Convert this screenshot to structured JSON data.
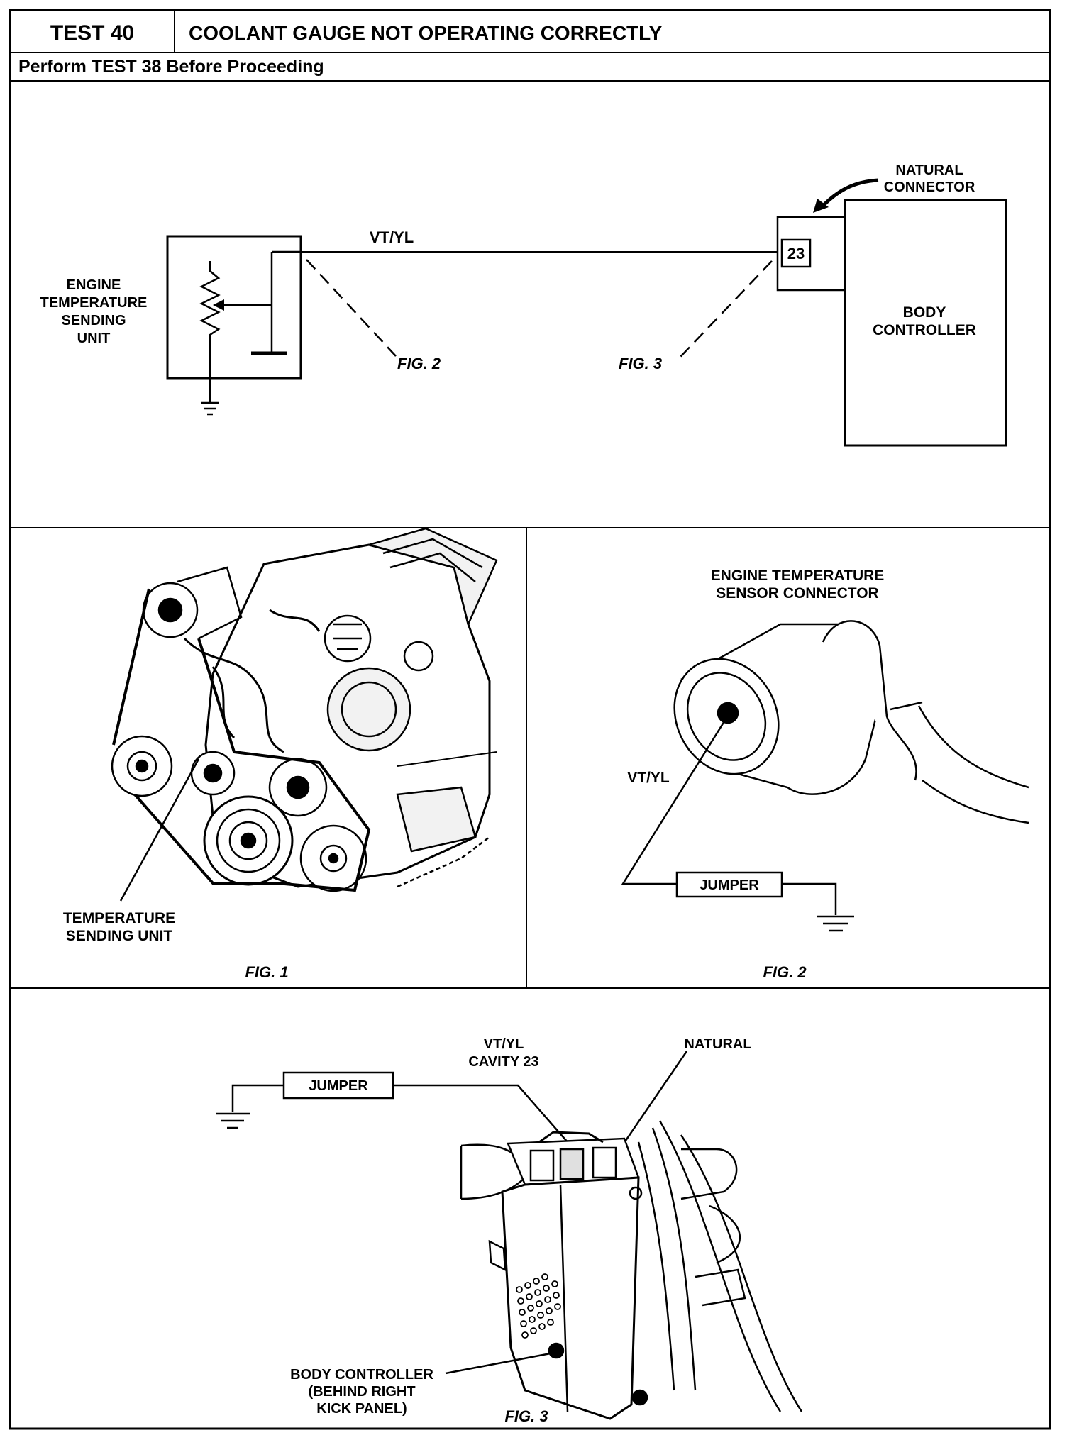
{
  "header": {
    "test_number": "TEST 40",
    "title": "COOLANT GAUGE NOT OPERATING CORRECTLY",
    "subtitle": "Perform TEST 38 Before Proceeding"
  },
  "schematic": {
    "sending_unit_label": [
      "ENGINE",
      "TEMPERATURE",
      "SENDING",
      "UNIT"
    ],
    "wire_color": "VT/YL",
    "connector_label": [
      "NATURAL",
      "CONNECTOR"
    ],
    "cavity_number": "23",
    "controller_label": [
      "BODY",
      "CONTROLLER"
    ],
    "fig2_ref": "FIG. 2",
    "fig3_ref": "FIG. 3"
  },
  "fig1": {
    "callout": [
      "TEMPERATURE",
      "SENDING UNIT"
    ],
    "caption": "FIG. 1"
  },
  "fig2": {
    "title": [
      "ENGINE TEMPERATURE",
      "SENSOR CONNECTOR"
    ],
    "wire_color": "VT/YL",
    "jumper_label": "JUMPER",
    "caption": "FIG. 2"
  },
  "fig3": {
    "jumper_label": "JUMPER",
    "cavity_label": [
      "VT/YL",
      "CAVITY 23"
    ],
    "natural_label": "NATURAL",
    "controller_callout": [
      "BODY CONTROLLER",
      "(BEHIND RIGHT",
      "KICK PANEL)"
    ],
    "caption": "FIG. 3"
  }
}
